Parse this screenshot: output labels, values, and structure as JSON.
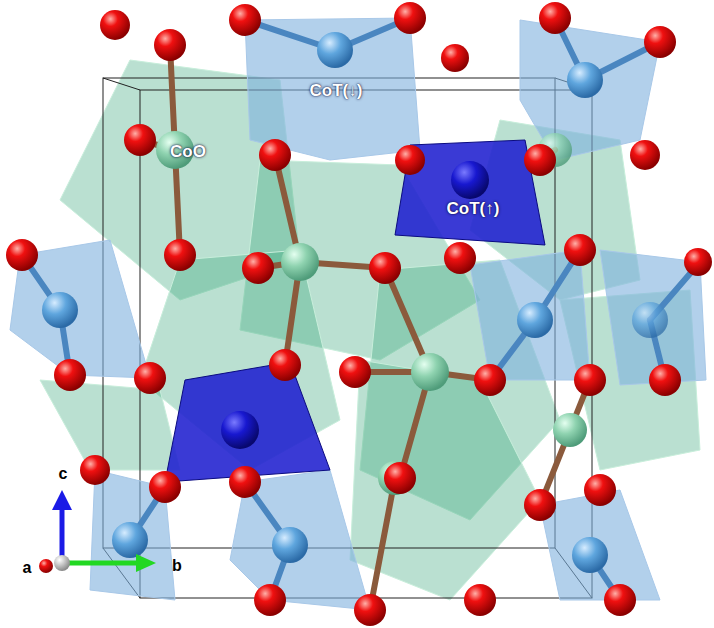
{
  "diagram": {
    "labels": [
      "CoT(↓)",
      "CoO",
      "CoT(↑)",
      "c",
      "a",
      "b"
    ]
  }
}
